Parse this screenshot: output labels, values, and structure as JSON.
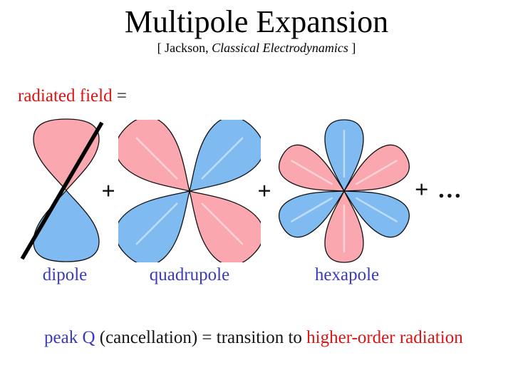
{
  "colors": {
    "background": "#FFFFFF",
    "lobe_pink": "#FAA7B0",
    "lobe_blue": "#7FBAF0",
    "label_blue": "#3A3ABE",
    "text_red": "#E01212"
  },
  "header": {
    "title": "Multipole Expansion",
    "citation_prefix": "[ Jackson, ",
    "citation_book": "Classical Electrodynamics",
    "citation_suffix": " ]"
  },
  "equation": {
    "lhs": "radiated field",
    "equals": " =",
    "plus": "+",
    "ellipsis_term": "+ …"
  },
  "diagrams": [
    {
      "label": "dipole"
    },
    {
      "label": "quadrupole"
    },
    {
      "label": "hexapole"
    }
  ],
  "footer": {
    "term_blue": "peak Q",
    "middle": " (cancellation) = transition to ",
    "term_red": "higher-order radiation"
  }
}
